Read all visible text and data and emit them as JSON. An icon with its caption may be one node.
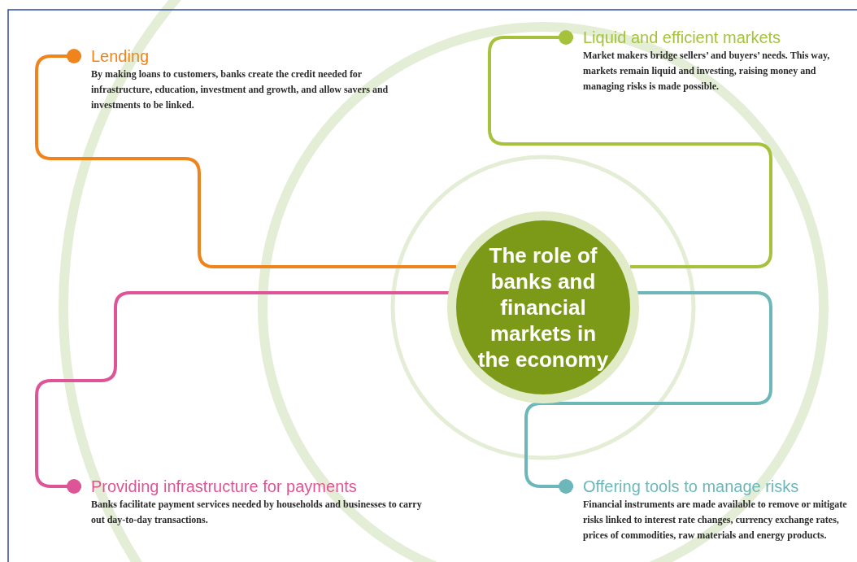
{
  "diagram": {
    "nodes": [
      {
        "text": [
          "The role of banks and financial markets in the economy"
        ]
      },
      {
        "text": [
          "Lending",
          "By making loans to customers, banks create the credit needed for infrastructure, education, investment and growth, and allow savers and investments to be linked."
        ]
      },
      {
        "text": [
          "Liquid and efficient markets",
          "Market makers bridge sellers’ and buyers’ needs. This way, markets remain liquid and investing, raising money and managing risks is made possible."
        ]
      },
      {
        "text": [
          "Providing infrastructure for payments",
          "Banks facilitate payment services needed by households and businesses to carry out day-to-day transactions."
        ]
      },
      {
        "text": [
          "Offering tools to manage risks",
          "Financial instruments are made available to remove or mitigate risks linked to interest rate changes, currency exchange rates, prices of commodities, raw materials and energy products."
        ]
      }
    ],
    "edges": [
      {
        "from": 0,
        "to": 1,
        "arrow": "other",
        "color": "#f0841c"
      },
      {
        "from": 0,
        "to": 2,
        "arrow": "other",
        "color": "#a6c23c"
      },
      {
        "from": 0,
        "to": 3,
        "arrow": "other",
        "color": "#dd5596"
      },
      {
        "from": 0,
        "to": 4,
        "arrow": "other",
        "color": "#6db7bb"
      }
    ]
  }
}
